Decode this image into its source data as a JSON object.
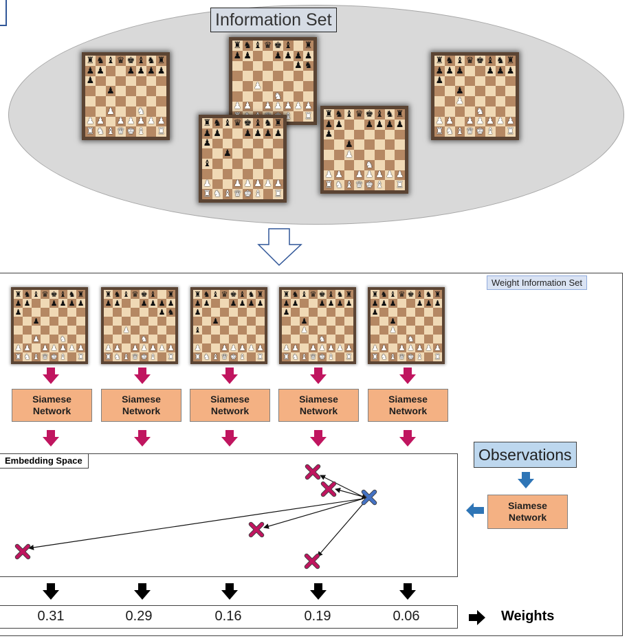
{
  "info_set": {
    "title": "Information Set",
    "boards": [
      [
        "rnbqkbnr",
        "pp..pppp",
        "p.......",
        "..p.....",
        "........",
        "..P..N..",
        "PP.PPPPP",
        "RNBQKB.R"
      ],
      [
        "rnbqkb.r",
        "pp..pppp",
        "......pn",
        "........",
        "..P.....",
        "....N...",
        "PP.PPPPP",
        "RNBQKB.R"
      ],
      [
        "rnbqkbnr",
        "pp..pppp",
        "p.......",
        "..p.....",
        "b.......",
        "........",
        "P..PPPPP",
        "RNBQKB.R"
      ],
      [
        "rnbqkbnr",
        "pp..pppp",
        "p.......",
        "..p.....",
        "..P.....",
        "....N...",
        "PP.PPPPP",
        "RNBQKB.R"
      ],
      [
        "rnbqkbnr",
        "ppp..ppp",
        "p.......",
        "..p.....",
        "..P.....",
        "....N...",
        "PP.PPPPP",
        "RNBQKB.R"
      ]
    ]
  },
  "panel": {
    "title": "Weight Information Set",
    "siamese_line1": "Siamese",
    "siamese_line2": "Network",
    "embedding_label": "Embedding Space",
    "observations": "Observations",
    "weights_label": "Weights",
    "weights": [
      "0.31",
      "0.29",
      "0.16",
      "0.19",
      "0.06"
    ]
  },
  "colors": {
    "magenta_arrow": "#c0155f",
    "blue_arrow": "#2e75b6",
    "siamese_fill": "#f4b183",
    "observation_fill": "#bdd7ee",
    "ellipse_fill": "#d9d9d9",
    "query_marker": "#4472c4"
  },
  "icons": {
    "down_arrow": "block-down-arrow-icon",
    "right_arrow": "block-right-arrow-icon",
    "cross": "x-marker-icon"
  }
}
